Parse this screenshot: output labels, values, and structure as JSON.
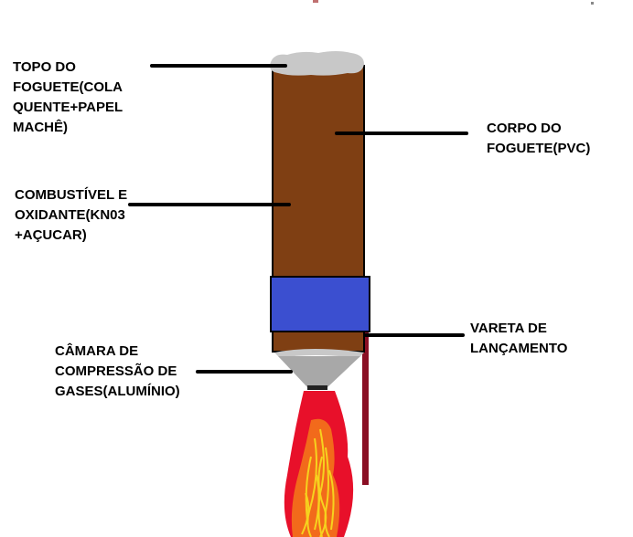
{
  "labels": {
    "topo": "TOPO DO\nFOGUETE(COLA\nQUENTE+PAPEL\nMACHÊ)",
    "corpo": "CORPO DO\nFOGUETE(PVC)",
    "combustivel": "COMBUSTÍVEL E\nOXIDANTE(KN03\n+AÇUCAR)",
    "camara": "CÂMARA DE\nCOMPRESSÃO DE\nGASES(ALUMÍNIO)",
    "vareta": "VARETA DE\nLANÇAMENTO"
  },
  "colors": {
    "body": "#7f3f13",
    "band": "#3b4fd0",
    "top": "#c8c8c8",
    "nozzle": "#a8a8a8",
    "rod": "#8a0f24",
    "flame_outer": "#e8102a",
    "flame_mid": "#f26a1b",
    "flame_inner": "#f6d21e",
    "leader": "#000000"
  }
}
